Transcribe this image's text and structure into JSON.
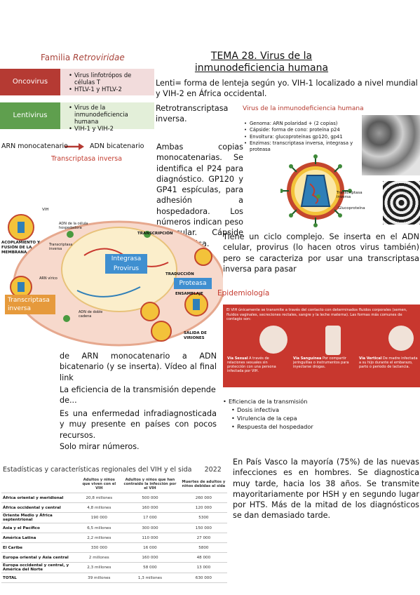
{
  "header": {
    "title_line1": "TEMA 28. Virus de la",
    "title_line2": "inmunodeficiencia humana"
  },
  "family_diagram": {
    "title_prefix": "Familia ",
    "title_italic": "Retroviridae",
    "onco_label": "Oncovirus",
    "onco_items": [
      "Virus linfotrópos de células T",
      "HTLV-1 y HTLV-2"
    ],
    "lenti_label": "Lentivirus",
    "lenti_items": [
      "Virus de la inmunodeficiencia humana",
      "VIH-1 y VIH-2"
    ],
    "arn_label": "ARN monocatenario",
    "adn_label": "ADN bicatenario",
    "enzyme_label": "Transcriptasa inversa"
  },
  "paragraphs": {
    "lenti": "Lenti= forma de lenteja según yo. VIH-1 localizado a nivel mundial y VIH-2 en África occidental.",
    "retro": "Retrotranscriptasa inversa.",
    "ambas": "Ambas copias monocatenarias. Se identifica el P24 para diagnóstico. GP120 y GP41 espículas, para adhesión a hospedadora. Los números indican peso molecular. Cápside troncocónica.",
    "ciclo": "Tiene un ciclo complejo. Se inserta en el ADN celular, provirus (lo hacen otros virus también) pero se caracteriza por usar una transcriptasa inversa para pasar",
    "ciclo_cont": "de ARN monocatenario a ADN bicatenario (y se inserta). Vídeo al final link",
    "eficiencia": "La eficiencia de la transmisión depende de...",
    "infradiag": "Es una enfermedad infradiagnosticada y muy presente en países con pocos recursos.",
    "numeros": "Solo mirar números.",
    "pais_vasco": "En País Vasco la mayoría (75%) de las nuevas infecciones es en hombres. Se diagnostica muy tarde, hacia los 38 años. Se transmite mayoritariamente por HSH y en segundo lugar por HTS. Más de la mitad de los diagnósticos se dan demasiado tarde."
  },
  "vih_figure": {
    "title": "Virus de la inmunodeficiencia humana",
    "items": [
      "Genoma: ARN polaridad + (2 copias)",
      "Cápside: forma de cono: proteína p24",
      "Envoltura: glucoproteínas gp120, gp41",
      "Enzimas: transcriptasa inversa, integrasa y proteasa"
    ],
    "labels": [
      "Transcriptasa inversa",
      "Glucoproteína"
    ]
  },
  "cycle_figure": {
    "labels": [
      "VIH",
      "ACOPLAMIENTO Y FUSIÓN DE LA MEMBRANA",
      "TRANSCRIPCIÓN",
      "TRADUCCIÓN",
      "ENSAMBLAJE",
      "SALIDA DE VIRIONES",
      "ADN de la célula hospedadora",
      "ARN vírico",
      "ADN de doble cadena",
      "Transcriptasa inversa"
    ],
    "tags": {
      "integrasa": "Integrasa",
      "provirus": "Provirus",
      "proteasa": "Proteasa",
      "transcriptasa": "Transcriptasa inversa"
    }
  },
  "epidemiologia": {
    "title": "Epidemiología",
    "panel_text": "El VIH únicamente se transmite a través del contacto con determinados fluidos corporales (semen, fluidos vaginales, secreciones rectales, sangre y la leche materna). Las formas más comunes de contagio son:",
    "routes": [
      {
        "name": "Vía Sexual",
        "text": "A través de relaciones sexuales sin protección con una persona infectada por VIH."
      },
      {
        "name": "Vía Sanguínea",
        "text": "Por compartir jeringuillas o instrumentos para inyectarse drogas."
      },
      {
        "name": "Vía Vertical",
        "text": "De madre infectada a su hijo durante el embarazo, parto o periodo de lactancia."
      }
    ],
    "list_head": "Eficiencia de la transmisión",
    "list_items": [
      "Dosis infectiva",
      "Virulencia de la cepa",
      "Respuesta del hospedador"
    ]
  },
  "stats": {
    "title": "Estadísticas y características regionales del VIH y el sida",
    "year": "2022",
    "headers": [
      "",
      "Adultos y niños que viven con el VIH",
      "Adultos y niños que han contraído la infección por el VIH",
      "Muertes de adultos y niños debidas al sida"
    ],
    "rows": [
      {
        "region": "África oriental y meridional",
        "v1": "20,8 millones",
        "v2": "500 000",
        "v3": "260 000"
      },
      {
        "region": "África occidental y central",
        "v1": "4,8 millones",
        "v2": "160 000",
        "v3": "120 000"
      },
      {
        "region": "Oriente Medio y África septentrional",
        "v1": "190 000",
        "v2": "17 000",
        "v3": "5300"
      },
      {
        "region": "Asia y el Pacífico",
        "v1": "6,5 millones",
        "v2": "300 000",
        "v3": "150 000"
      },
      {
        "region": "América Latina",
        "v1": "2,2 millones",
        "v2": "110 000",
        "v3": "27 000"
      },
      {
        "region": "El Caribe",
        "v1": "330 000",
        "v2": "16 000",
        "v3": "5800"
      },
      {
        "region": "Europa oriental y Asia central",
        "v1": "2 millones",
        "v2": "160 000",
        "v3": "48 000"
      },
      {
        "region": "Europa occidental y central, y América del Norte",
        "v1": "2,3 millones",
        "v2": "58 000",
        "v3": "13 000"
      },
      {
        "region": "TOTAL",
        "v1": "39 millones",
        "v2": "1,3 millones",
        "v3": "630 000"
      }
    ]
  }
}
